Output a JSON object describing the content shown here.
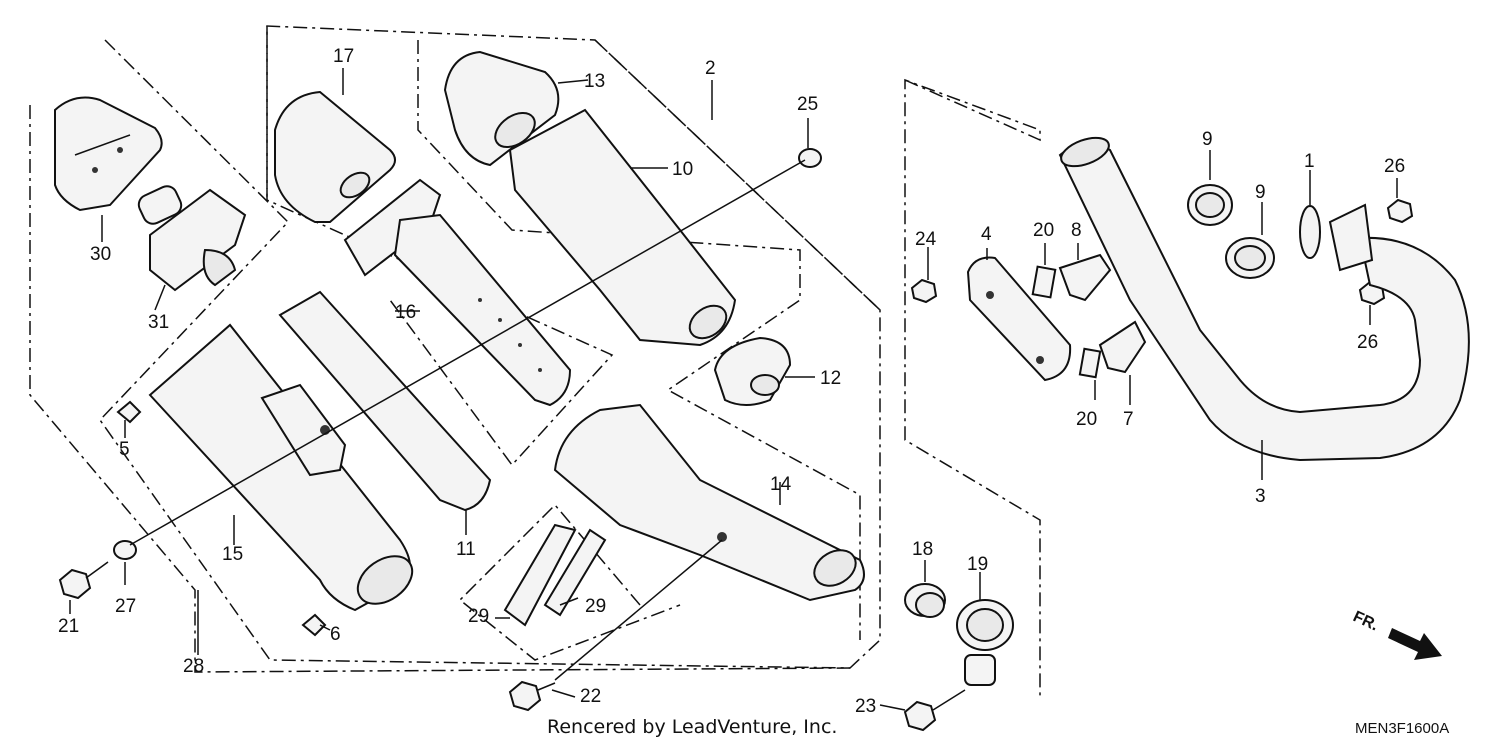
{
  "diagram": {
    "part_numbers": [
      "1",
      "2",
      "3",
      "4",
      "5",
      "6",
      "7",
      "8",
      "9",
      "9",
      "10",
      "11",
      "12",
      "13",
      "14",
      "15",
      "16",
      "17",
      "18",
      "19",
      "20",
      "20",
      "21",
      "22",
      "23",
      "24",
      "25",
      "26",
      "26",
      "27",
      "28",
      "29",
      "29",
      "30",
      "31"
    ],
    "watermark": "Rencered by LeadVenture, Inc.",
    "diagram_code": "MEN3F1600A",
    "direction_label": "FR."
  }
}
